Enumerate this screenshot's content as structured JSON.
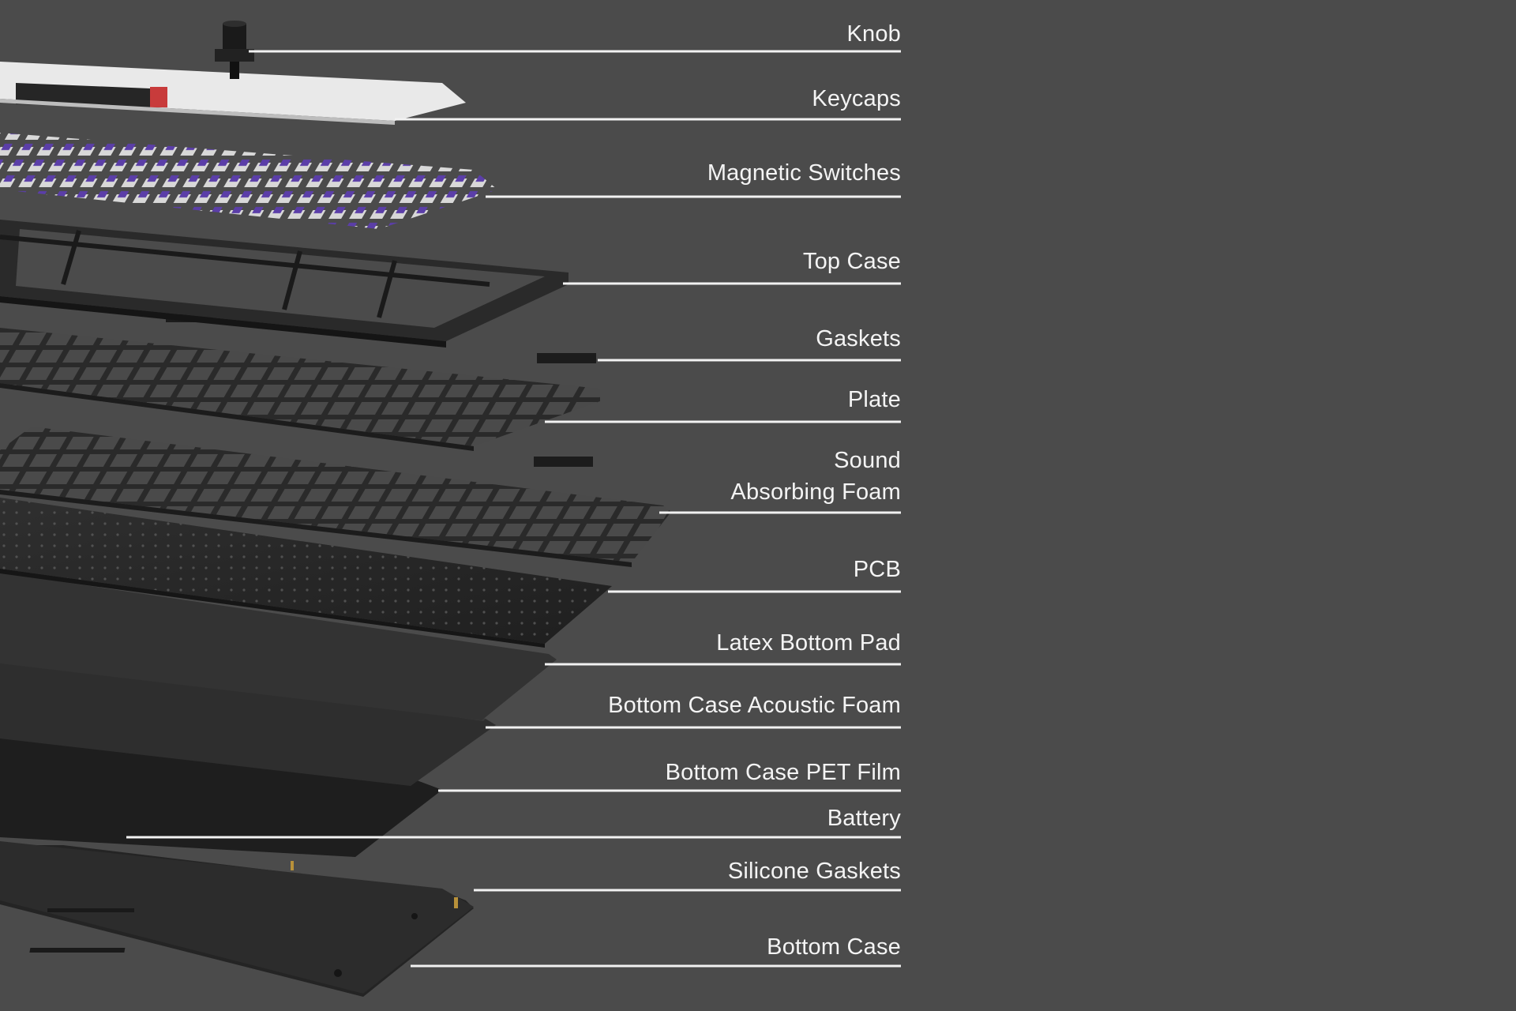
{
  "diagram": {
    "type": "exploded-view",
    "subject": "keyboard",
    "background": "#4b4b4b",
    "label_color": "#f4f4f4",
    "switch_color": "#5b3ea8",
    "accent_key_color": "#c83b3b",
    "layers": [
      {
        "id": "knob",
        "label": "Knob"
      },
      {
        "id": "keycaps",
        "label": "Keycaps"
      },
      {
        "id": "magnetic-switches",
        "label": "Magnetic Switches"
      },
      {
        "id": "top-case",
        "label": "Top Case"
      },
      {
        "id": "gaskets",
        "label": "Gaskets"
      },
      {
        "id": "plate",
        "label": "Plate"
      },
      {
        "id": "sound-absorbing-foam",
        "label_line1": "Sound",
        "label_line2": "Absorbing Foam"
      },
      {
        "id": "pcb",
        "label": "PCB"
      },
      {
        "id": "latex-bottom-pad",
        "label": "Latex Bottom Pad"
      },
      {
        "id": "bottom-case-acoustic-foam",
        "label": "Bottom Case Acoustic Foam"
      },
      {
        "id": "bottom-case-pet-film",
        "label": "Bottom Case PET Film"
      },
      {
        "id": "battery",
        "label": "Battery"
      },
      {
        "id": "silicone-gaskets",
        "label": "Silicone Gaskets"
      },
      {
        "id": "bottom-case",
        "label": "Bottom Case"
      }
    ]
  }
}
